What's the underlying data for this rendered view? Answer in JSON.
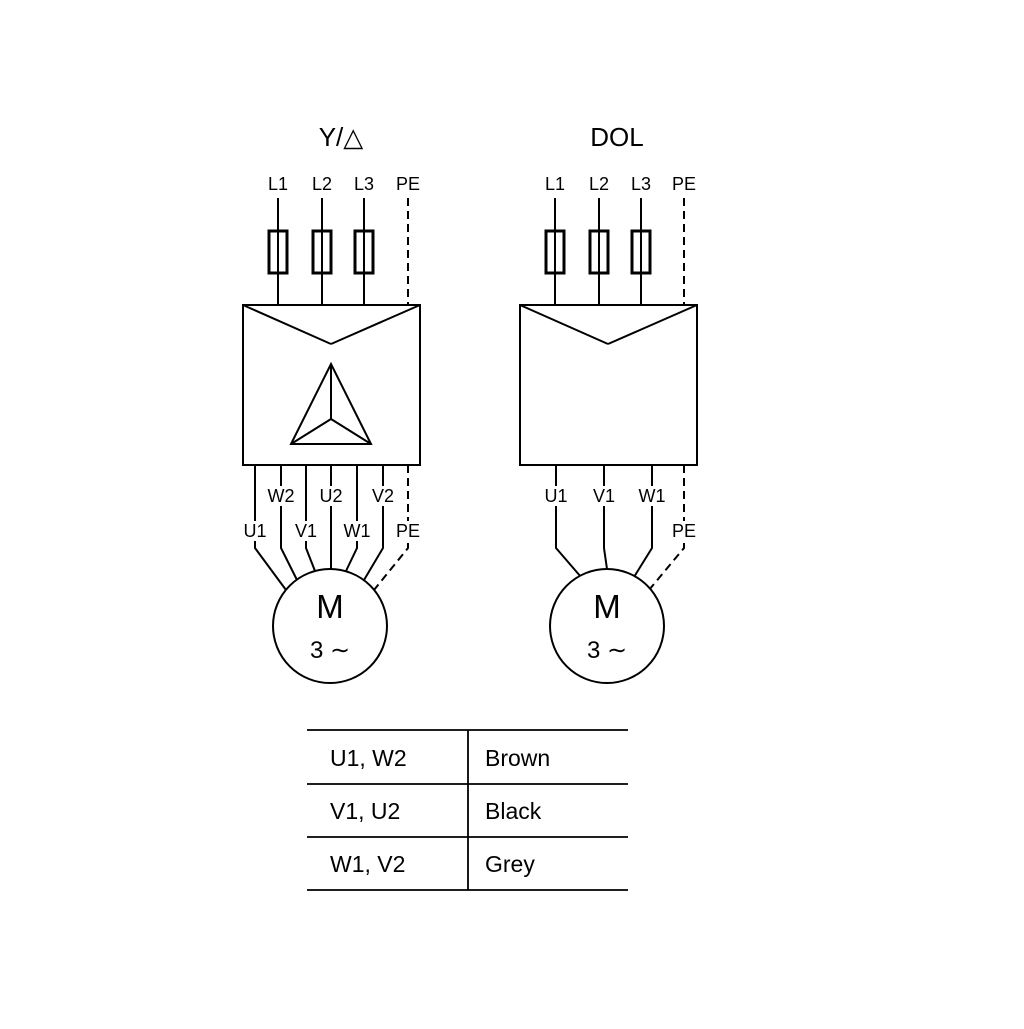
{
  "diagrams": [
    {
      "title": "Y/△",
      "terminals": [
        "L1",
        "L2",
        "L3",
        "PE"
      ],
      "lead_labels_row1": [
        "W2",
        "U2",
        "V2"
      ],
      "lead_labels_row2": [
        "U1",
        "V1",
        "W1",
        "PE"
      ],
      "motor": {
        "letter": "M",
        "phases": "3 ∼"
      }
    },
    {
      "title": "DOL",
      "terminals": [
        "L1",
        "L2",
        "L3",
        "PE"
      ],
      "lead_labels_row1": [
        "U1",
        "V1",
        "W1"
      ],
      "lead_labels_row2": [
        "PE"
      ],
      "motor": {
        "letter": "M",
        "phases": "3 ∼"
      }
    }
  ],
  "wiring_table": {
    "rows": [
      {
        "terminals": "U1, W2",
        "color": "Brown"
      },
      {
        "terminals": "V1, U2",
        "color": "Black"
      },
      {
        "terminals": "W1, V2",
        "color": "Grey"
      }
    ]
  },
  "colors": {
    "line": "#000000",
    "background": "#ffffff"
  }
}
